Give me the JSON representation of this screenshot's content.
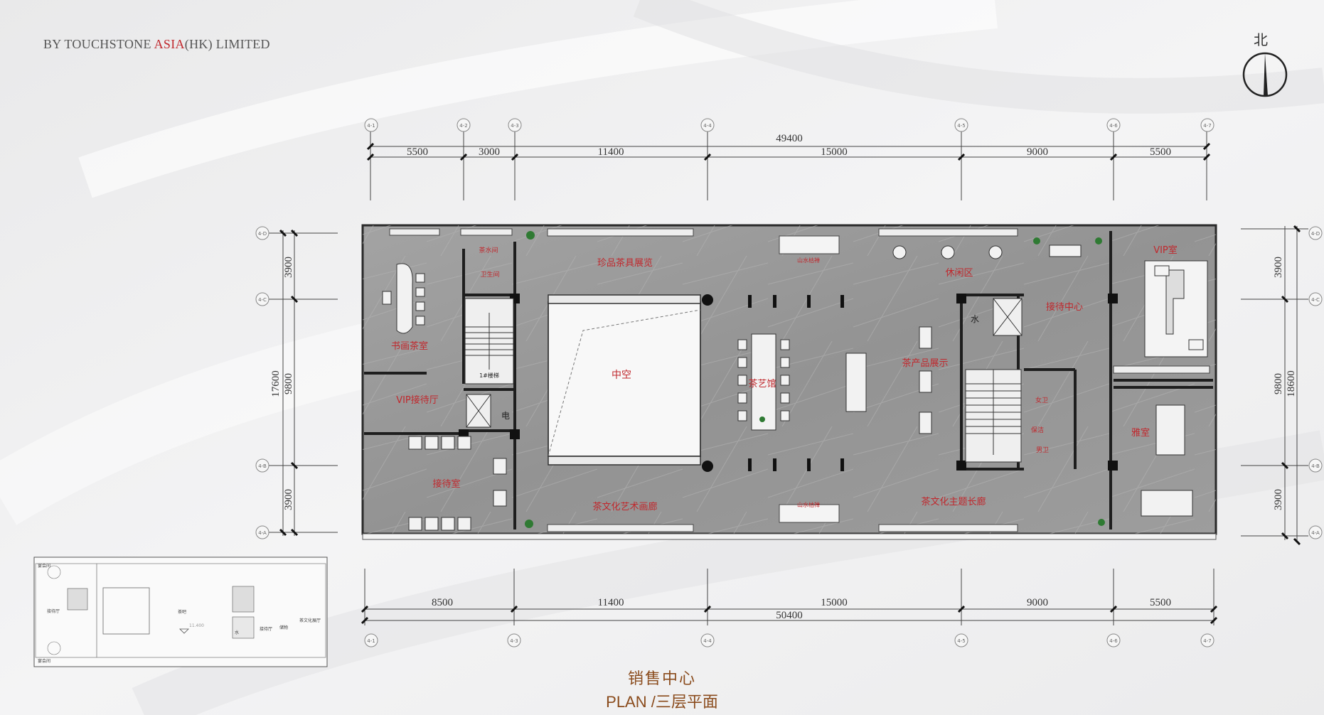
{
  "header": {
    "brand_prefix": "BY TOUCHSTONE ",
    "brand_accent": "ASIA",
    "brand_suffix": "(HK) LIMITED",
    "north_label": "北"
  },
  "top_dimensions": {
    "total": "49400",
    "segments": [
      "5500",
      "3000",
      "11400",
      "15000",
      "9000",
      "5500"
    ]
  },
  "bottom_dimensions": {
    "total": "50400",
    "segments": [
      "8500",
      "11400",
      "15000",
      "9000",
      "5500"
    ]
  },
  "left_dimensions": {
    "total": "17600",
    "segments": [
      "3900",
      "9800",
      "3900"
    ]
  },
  "right_dimensions": {
    "total": "18600",
    "segments": [
      "3900",
      "9800",
      "3900"
    ]
  },
  "grid_tags": {
    "top": [
      "4-1",
      "4-2",
      "4-3",
      "4-4",
      "4-5",
      "4-6",
      "4-7"
    ],
    "bottom": [
      "4-1",
      "4-3",
      "4-4",
      "4-5",
      "4-6",
      "4-7"
    ],
    "left": [
      "4-D",
      "4-C",
      "4-B",
      "4-A"
    ],
    "right": [
      "4-D",
      "4-C",
      "4-B",
      "4-A"
    ]
  },
  "rooms": {
    "book_tea_room": "书画茶室",
    "vip_reception": "VIP接待厅",
    "reception_room": "接待室",
    "tea_water_room": "茶水间",
    "restroom": "卫生间",
    "stair_label": "1#楼梯",
    "elec": "电",
    "treasure_display": "珍品茶具展览",
    "atrium": "中空",
    "tea_art": "茶艺馆",
    "landscape_top": "山水枯禅",
    "landscape_bottom": "山水枯禅",
    "art_gallery": "茶文化艺术画廊",
    "leisure": "休闲区",
    "product_display": "茶产品展示",
    "theme_corridor": "茶文化主题长廊",
    "reception_center": "接待中心",
    "water": "水",
    "female_wc": "女卫",
    "cleaning": "保洁",
    "male_wc": "男卫",
    "vip_room": "VIP室",
    "elegant_room": "雅室"
  },
  "key_plan": {
    "labels": [
      "宴会间",
      "接待厅",
      "宴会间",
      "茶吧",
      "接待厅",
      "储物",
      "茶文化展厅",
      "水"
    ],
    "level": "11.400"
  },
  "footer": {
    "title_cn": "销售中心",
    "title_en": "PLAN /三层平面"
  },
  "colors": {
    "accent": "#c0282d",
    "title": "#8a4b1c",
    "floor": "#9a9a9a",
    "wall": "#1f1f1f"
  }
}
